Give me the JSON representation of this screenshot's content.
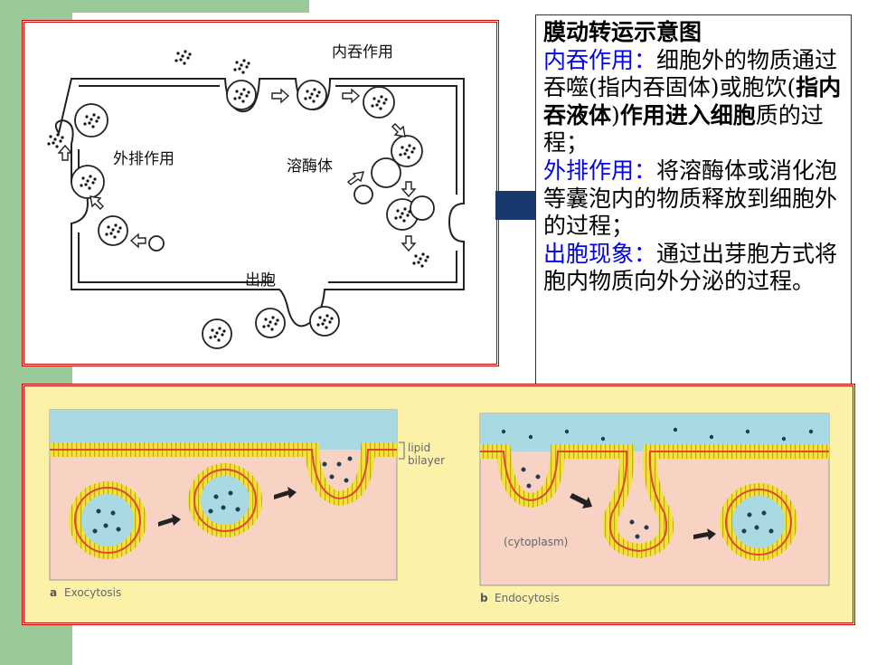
{
  "text_panel": {
    "title": "膜动转运示意图",
    "endo_term": "内吞作用：",
    "endo_text_1": "细胞外的物质通过吞噬(指内吞固体)或胞饮(",
    "endo_bold": "指内吞液体",
    "endo_text_2": ")",
    "endo_bold_2": "作用进入细胞",
    "endo_text_3": "质的过程；",
    "exo_term": "外排作用：",
    "exo_text": "将溶酶体或消化泡等囊泡内的物质释放到细胞外的过程；",
    "budding_term": "出胞现象：",
    "budding_text": "通过出芽胞方式将胞内物质向外分泌的过程。"
  },
  "figure1": {
    "label_endocytosis": "内吞作用",
    "label_exocytosis": "外排作用",
    "label_lysosome": "溶酶体",
    "label_budding": "出胞"
  },
  "figure2": {
    "label_lipid": "lipid",
    "label_bilayer": "bilayer",
    "label_cytoplasm": "(cytoplasm)",
    "panel_a_letter": "a",
    "panel_a_name": "Exocytosis",
    "panel_b_letter": "b",
    "panel_b_name": "Endocytosis"
  },
  "colors": {
    "frame": "#cc0000",
    "green": "#99c999",
    "connector": "#17396e",
    "highlight": "#0000ee",
    "extracellular": "#a9d9e3",
    "cytoplasm": "#f8d3c4",
    "membrane_yellow": "#f2e23a",
    "membrane_red": "#e04a2a"
  }
}
